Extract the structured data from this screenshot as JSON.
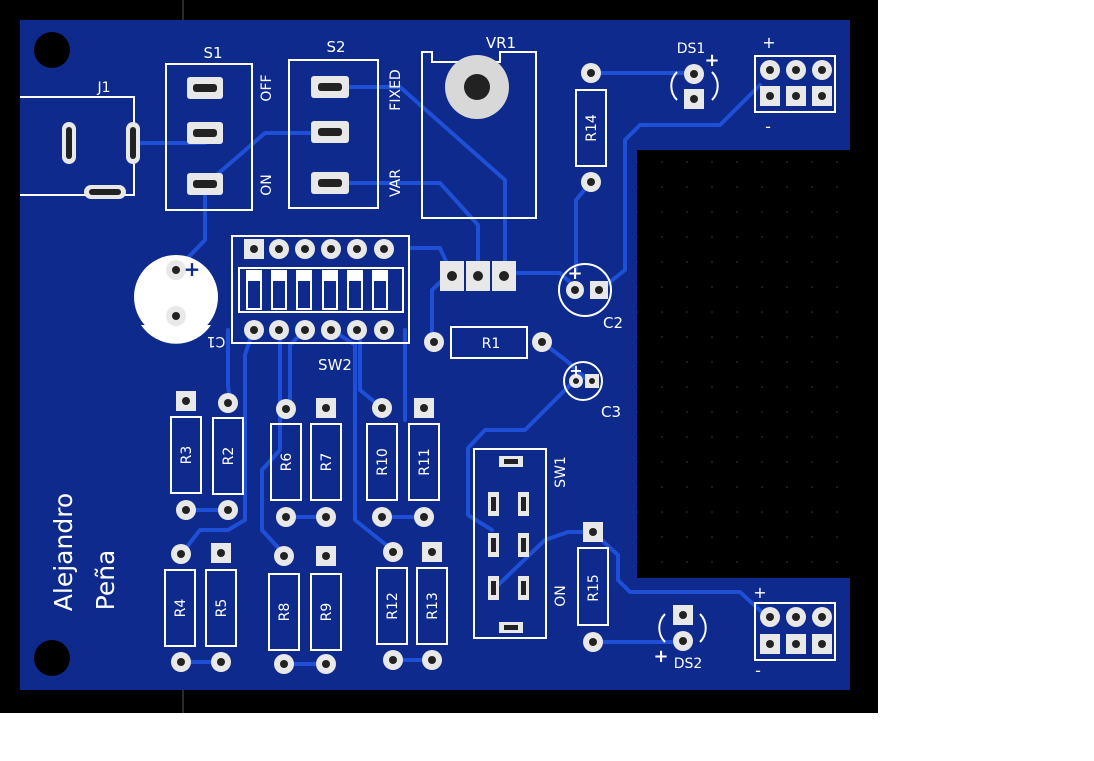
{
  "board": {
    "author_line1": "Alejandro",
    "author_line2": "Peña"
  },
  "colors": {
    "background": "#000000",
    "copper_fill": "#0e2a8c",
    "trace": "#1f4fd6",
    "silkscreen": "#ffffff",
    "pad": "#e8e8e8",
    "pad_hole": "#222222"
  },
  "components": {
    "j1": "J1",
    "s1": "S1",
    "s1_off": "OFF",
    "s1_on": "ON",
    "s2": "S2",
    "s2_fixed": "FIXED",
    "s2_var": "VAR",
    "vr1": "VR1",
    "ds1": "DS1",
    "ds1_plus": "+",
    "ds2": "DS2",
    "ds2_plus": "+",
    "r14": "R14",
    "r15": "R15",
    "c1": "C1",
    "c1_plus": "+",
    "c2": "C2",
    "c2_plus": "+",
    "c3": "C3",
    "c3_plus": "+",
    "r1": "R1",
    "sw1": "SW1",
    "sw1_on": "ON",
    "sw2": "SW2",
    "r2": "R2",
    "r3": "R3",
    "r4": "R4",
    "r5": "R5",
    "r6": "R6",
    "r7": "R7",
    "r8": "R8",
    "r9": "R9",
    "r10": "R10",
    "r11": "R11",
    "r12": "R12",
    "r13": "R13",
    "conn_top_plus": "+",
    "conn_top_minus": "-",
    "conn_bottom_plus": "+",
    "conn_bottom_minus": "-"
  }
}
